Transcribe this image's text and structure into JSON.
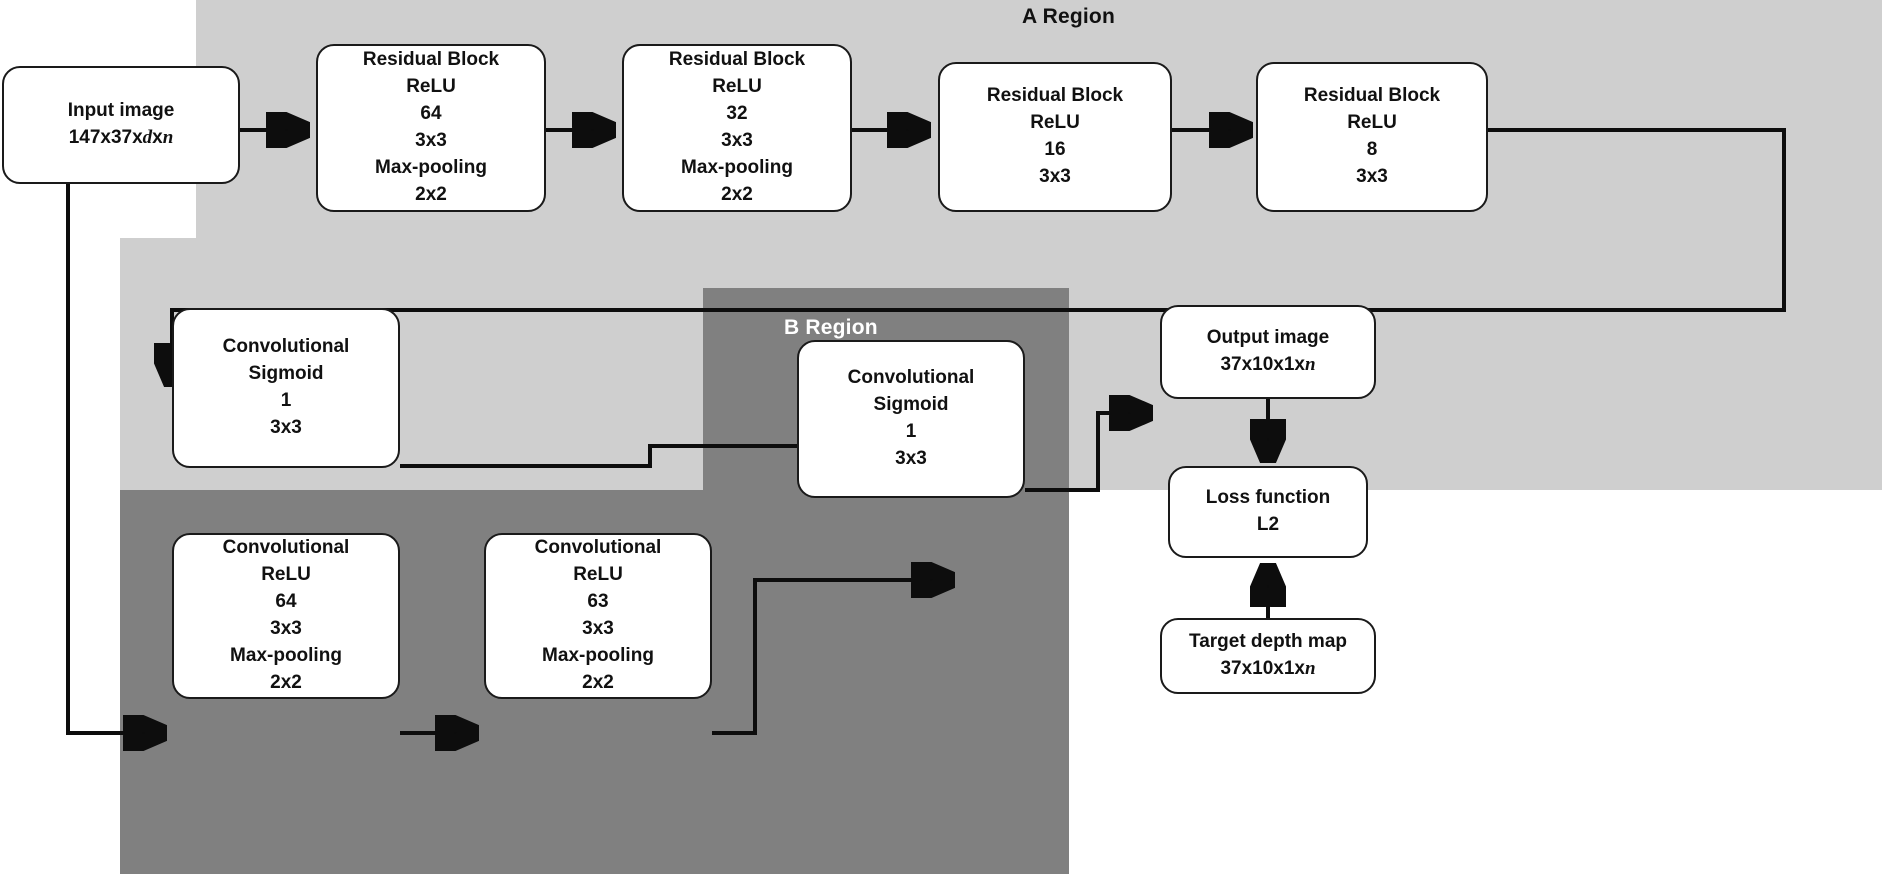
{
  "diagram": {
    "title": "CNN architecture block diagram",
    "regions": [
      {
        "id": "a",
        "label": "A Region",
        "fill": "#cfcfcf",
        "text_color": "#111111"
      },
      {
        "id": "b",
        "label": "B Region",
        "fill": "#808080",
        "text_color": "#ffffff"
      }
    ],
    "nodes": {
      "input": {
        "lines": [
          "Input image",
          "147x37x|d|x|n|"
        ]
      },
      "res1": {
        "lines": [
          "Residual Block",
          "ReLU",
          "64",
          "3x3",
          "Max-pooling",
          "2x2"
        ]
      },
      "res2": {
        "lines": [
          "Residual Block",
          "ReLU",
          "32",
          "3x3",
          "Max-pooling",
          "2x2"
        ]
      },
      "res3": {
        "lines": [
          "Residual Block",
          "ReLU",
          "16",
          "3x3"
        ]
      },
      "res4": {
        "lines": [
          "Residual Block",
          "ReLU",
          "8",
          "3x3"
        ]
      },
      "conv_sig_a": {
        "lines": [
          "Convolutional",
          "Sigmoid",
          "1",
          "3x3"
        ]
      },
      "conv_sig_b": {
        "lines": [
          "Convolutional",
          "Sigmoid",
          "1",
          "3x3"
        ]
      },
      "conv_b1": {
        "lines": [
          "Convolutional",
          "ReLU",
          "64",
          "3x3",
          "Max-pooling",
          "2x2"
        ]
      },
      "conv_b2": {
        "lines": [
          "Convolutional",
          "ReLU",
          "63",
          "3x3",
          "Max-pooling",
          "2x2"
        ]
      },
      "output": {
        "lines": [
          "Output image",
          "37x10x1x|n|"
        ]
      },
      "loss": {
        "lines": [
          "Loss function",
          "L2"
        ]
      },
      "target": {
        "lines": [
          "Target depth map",
          "37x10x1x|n|"
        ]
      }
    }
  }
}
